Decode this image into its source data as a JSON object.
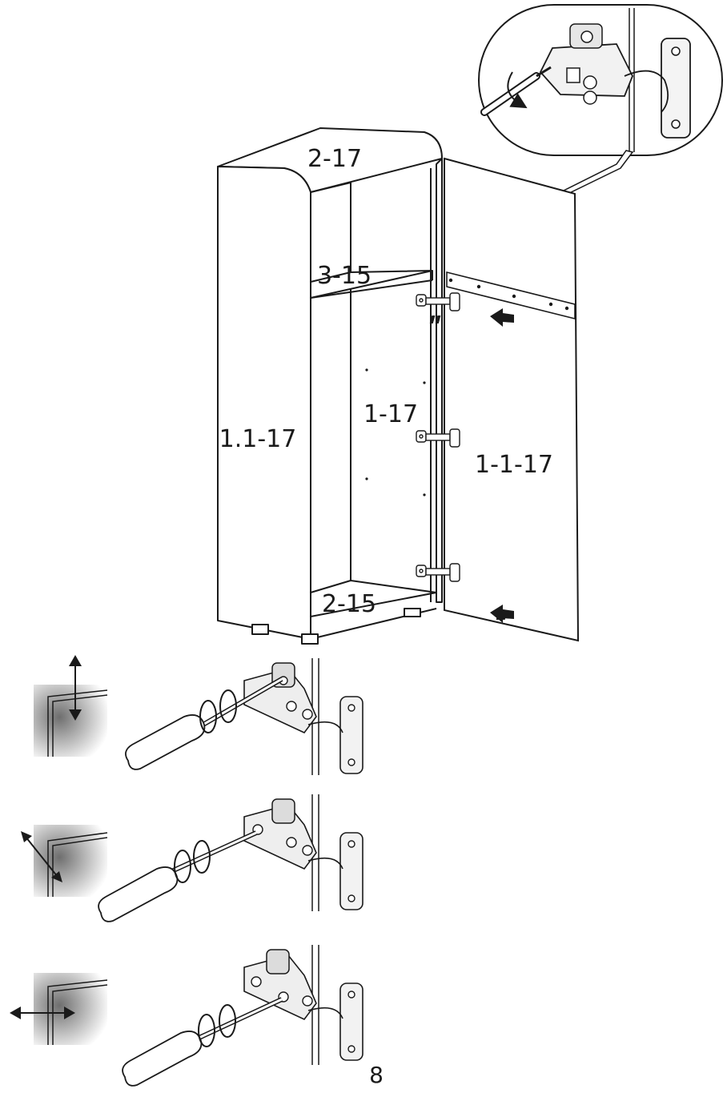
{
  "parts": {
    "top_panel": "2-17",
    "shelf": "3-15",
    "left_side": "1.1-17",
    "right_side": "1-17",
    "door": "1-1-17",
    "bottom_panel": "2-15"
  },
  "page_number": "8",
  "adjustments": [
    {
      "direction": "vertical",
      "icon": "up-down-arrow-icon"
    },
    {
      "direction": "depth",
      "icon": "diagonal-arrow-icon"
    },
    {
      "direction": "horizontal",
      "icon": "left-right-arrow-icon"
    }
  ],
  "colors": {
    "line": "#1a1a1a",
    "fill": "#ffffff",
    "shade": "#9a9a9a"
  }
}
